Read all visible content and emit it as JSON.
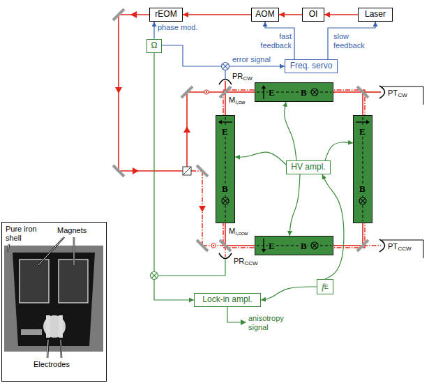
{
  "diagram": {
    "nodes": [
      {
        "text": [
          "rEOM"
        ]
      },
      {
        "text": [
          "AOM"
        ]
      },
      {
        "text": [
          "OI"
        ]
      },
      {
        "text": [
          "Laser"
        ]
      },
      {
        "text": [
          "Ω"
        ]
      },
      {
        "text": [
          "Freq. servo"
        ]
      },
      {
        "text": [
          "E",
          "B"
        ]
      },
      {
        "text": [
          "E",
          "B"
        ]
      },
      {
        "text": [
          "E",
          "B"
        ]
      },
      {
        "text": [
          "E",
          "B"
        ]
      },
      {
        "text": [
          "HV ampl."
        ]
      },
      {
        "text": [
          "f",
          "E"
        ]
      },
      {
        "text": [
          "Lock-in ampl."
        ]
      }
    ],
    "edges": [
      {
        "from": 3,
        "to": 2,
        "arrow": "to"
      },
      {
        "from": 2,
        "to": 1,
        "arrow": "to"
      },
      {
        "from": 1,
        "to": 0,
        "arrow": "to"
      },
      {
        "from": 4,
        "to": 0,
        "arrow": "to"
      },
      {
        "from": 5,
        "to": 1,
        "arrow": "to"
      },
      {
        "from": 5,
        "to": 3,
        "arrow": "to"
      },
      {
        "from": 4,
        "to": 5,
        "arrow": "to"
      },
      {
        "from": 4,
        "to": 12,
        "arrow": "to"
      },
      {
        "from": 10,
        "to": 6,
        "arrow": "to"
      },
      {
        "from": 10,
        "to": 7,
        "arrow": "to"
      },
      {
        "from": 10,
        "to": 8,
        "arrow": "to"
      },
      {
        "from": 10,
        "to": 9,
        "arrow": "to"
      },
      {
        "from": 11,
        "to": 10,
        "arrow": "to"
      },
      {
        "from": 11,
        "to": 12,
        "arrow": "to"
      }
    ],
    "labels": [
      "phase mod.",
      "fast feedback",
      "slow feedback",
      "error signal",
      "PR",
      "CW",
      "M",
      "i,cw",
      "PT",
      "CW",
      "M",
      "i,ccw",
      "PT",
      "CCW",
      "PR",
      "CCW",
      "anisotropy signal",
      "Pure iron shell",
      "Magnets",
      "Electrodes"
    ]
  }
}
